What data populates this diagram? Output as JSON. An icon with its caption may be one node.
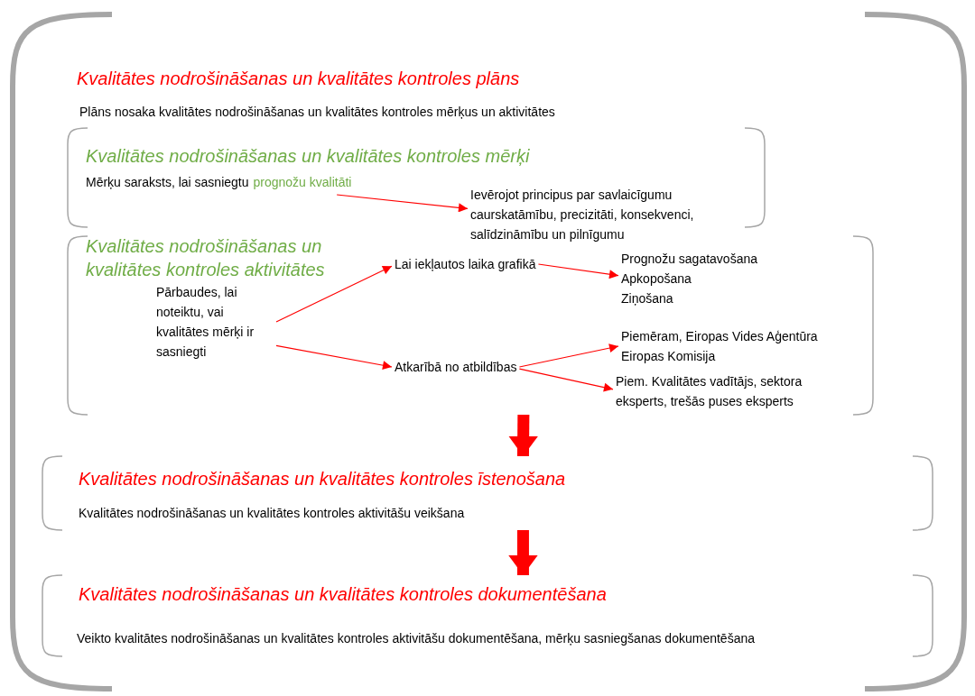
{
  "diagram": {
    "nodes": [
      {
        "text": [
          "Kvalitātes nodrošināšanas un kvalitātes kontroles plāns",
          "Plāns nosaka kvalitātes nodrošināšanas un kvalitātes kontroles mērķus un aktivitātes"
        ]
      },
      {
        "text": [
          "Kvalitātes nodrošināšanas un kvalitātes kontroles mērķi",
          "Mērķu saraksts, lai sasniegtu"
        ],
        "in": 0
      },
      {
        "text": [
          "prognožu kvalitāti"
        ],
        "in": 1
      },
      {
        "text": [
          "Ievērojot principus par savlaicīgumu caurskatāmību, precizitāti, konsekvenci, salīdzināmību un pilnīgumu"
        ],
        "in": 0
      },
      {
        "text": [
          "Kvalitātes nodrošināšanas un kvalitātes kontroles aktivitātes"
        ],
        "in": 0
      },
      {
        "text": [
          "Lai iekļautos laika grafikā"
        ],
        "in": 4
      },
      {
        "text": [
          "Prognožu sagatavošana",
          "Apkopošana",
          "Ziņošana"
        ],
        "in": 4
      },
      {
        "text": [
          "Pārbaudes, lai noteiktu, vai kvalitātes mērķi ir sasniegti"
        ],
        "in": 4
      },
      {
        "text": [
          "Atkarībā no atbildības"
        ],
        "in": 4
      },
      {
        "text": [
          "Piemēram, Eiropas Vides Aģentūra",
          "Eiropas Komisija"
        ],
        "in": 4
      },
      {
        "text": [
          "Piem. Kvalitātes vadītājs, sektora eksperts, trešās puses eksperts"
        ],
        "in": 4
      },
      {
        "text": [
          "Kvalitātes nodrošināšanas un kvalitātes kontroles īstenošana",
          "Kvalitātes nodrošināšanas un kvalitātes kontroles aktivitāšu veikšana"
        ],
        "in": 0
      },
      {
        "text": [
          "Kvalitātes nodrošināšanas un kvalitātes kontroles dokumentēšana",
          "Veikto kvalitātes nodrošināšanas un kvalitātes kontroles aktivitāšu dokumentēšana, mērķu sasniegšanas dokumentēšana"
        ],
        "in": 0
      }
    ],
    "edges": [
      {
        "from": 2,
        "to": 3,
        "arrow": "to"
      },
      {
        "from": 7,
        "to": 5,
        "arrow": "to"
      },
      {
        "from": 7,
        "to": 8,
        "arrow": "to"
      },
      {
        "from": 5,
        "to": 6,
        "arrow": "to"
      },
      {
        "from": 8,
        "to": 9,
        "arrow": "to"
      },
      {
        "from": 8,
        "to": 10,
        "arrow": "to"
      },
      {
        "from": 4,
        "to": 11,
        "arrow": "to",
        "style": "thick"
      },
      {
        "from": 11,
        "to": 12,
        "arrow": "to",
        "style": "thick"
      }
    ]
  }
}
